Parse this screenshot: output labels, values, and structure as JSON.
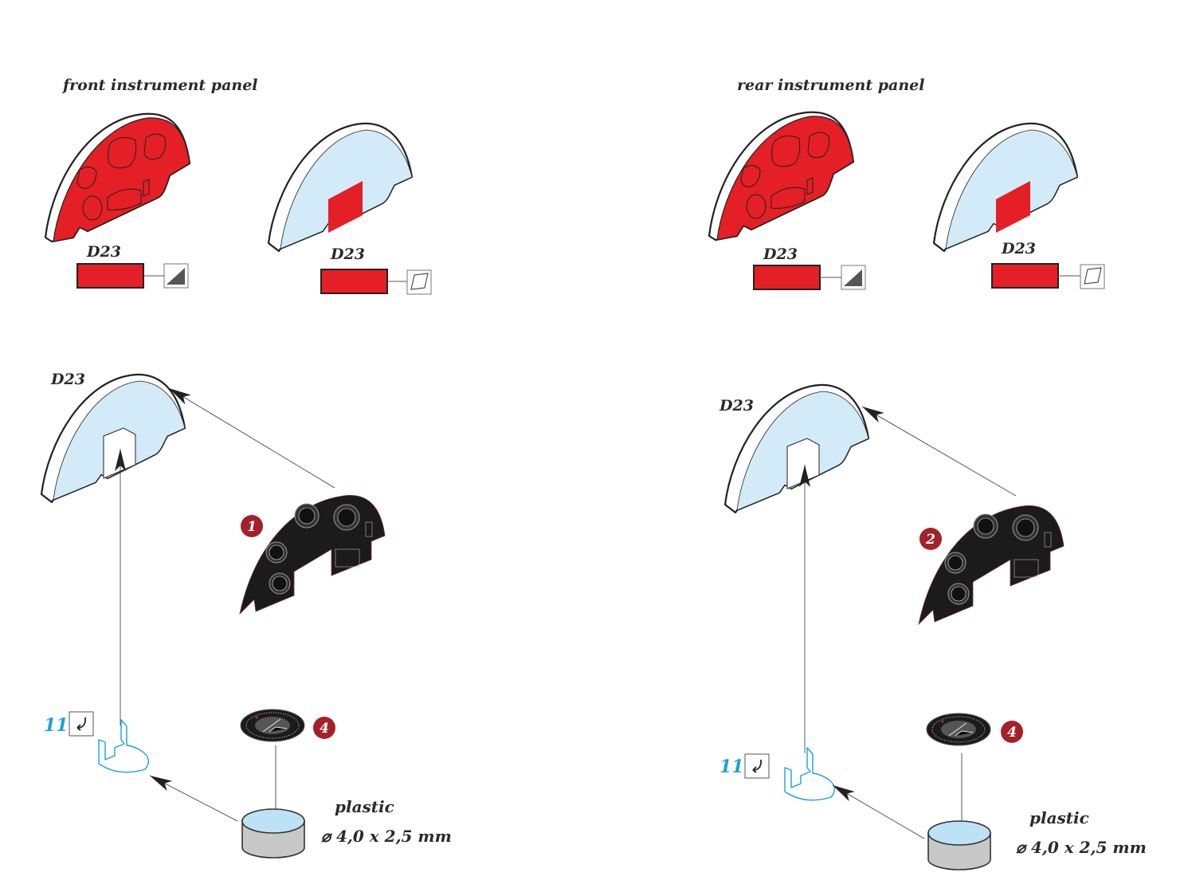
{
  "colors": {
    "decal_red": "#e41f26",
    "clear_blue": "#d3eaf8",
    "badge_red": "#a3212a",
    "part_blue": "#1aa0dc",
    "ink": "#2a2a2a"
  },
  "front": {
    "title": "front instrument panel",
    "part_label_a": "D23",
    "part_label_b": "D23",
    "part_label_c": "D23",
    "decal_number": "1",
    "gauge_decal_number": "4",
    "part_number": "11",
    "material": "plastic",
    "dimensions": "⌀ 4,0 x 2,5   mm"
  },
  "rear": {
    "title": "rear instrument panel",
    "part_label_a": "D23",
    "part_label_b": "D23",
    "part_label_c": "D23",
    "decal_number": "2",
    "gauge_decal_number": "4",
    "part_number": "11",
    "material": "plastic",
    "dimensions": "⌀ 4,0 x 2,5   mm"
  },
  "icons": [
    "painted-hatched-surface-icon",
    "unpainted-surface-icon",
    "bend-part-icon",
    "arrow-icon"
  ]
}
